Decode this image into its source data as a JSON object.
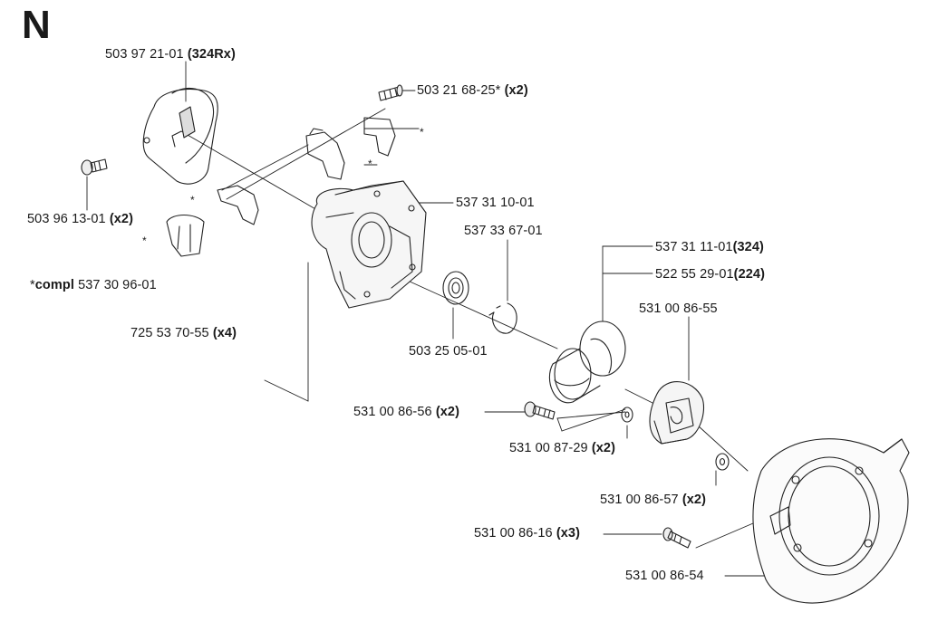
{
  "section_letter": "N",
  "labels": {
    "p1": {
      "num": "503 97 21-01",
      "tag": "(324Rx)"
    },
    "p2": {
      "num": "503 21 68-25*",
      "tag": "(x2)"
    },
    "p3": {
      "num": "503 96 13-01",
      "tag": "(x2)"
    },
    "p4": {
      "num": "537 31 10-01",
      "tag": ""
    },
    "p5": {
      "num": "537 33 67-01",
      "tag": ""
    },
    "p6": {
      "num": "537 31 11-01",
      "tag": "(324)"
    },
    "p7": {
      "num": "522 55 29-01",
      "tag": "(224)"
    },
    "p8": {
      "num": "531 00 86-55",
      "tag": ""
    },
    "p9": {
      "num": "725 53 70-55",
      "tag": "(x4)"
    },
    "p10": {
      "num": "503 25 05-01",
      "tag": ""
    },
    "p11": {
      "num": "531 00 86-56",
      "tag": "(x2)"
    },
    "p12": {
      "num": "531 00 87-29",
      "tag": "(x2)"
    },
    "p13": {
      "num": "531 00 86-57",
      "tag": "(x2)"
    },
    "p14": {
      "num": "531 00 86-16",
      "tag": "(x3)"
    },
    "p15": {
      "num": "531 00 86-54",
      "tag": ""
    }
  },
  "compl": {
    "prefix": "*",
    "bold": "compl",
    "num": "537 30 96-01"
  },
  "asterisk": "*"
}
